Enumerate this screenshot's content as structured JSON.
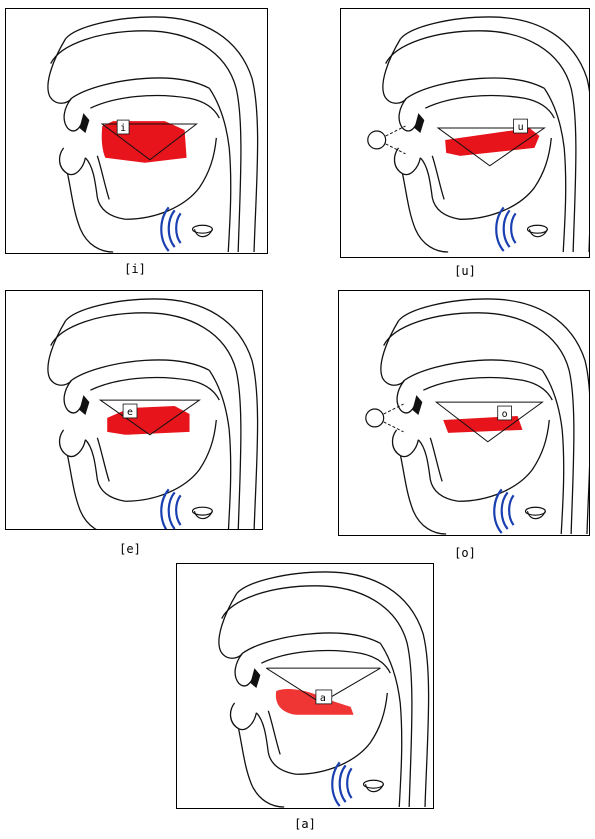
{
  "panels": [
    {
      "id": "i",
      "inner_label": "i",
      "caption": "[i]",
      "lips_rounded": false
    },
    {
      "id": "u",
      "inner_label": "u",
      "caption": "[u]",
      "lips_rounded": true
    },
    {
      "id": "e",
      "inner_label": "e",
      "caption": "[e]",
      "lips_rounded": false
    },
    {
      "id": "o",
      "inner_label": "o",
      "caption": "[o]",
      "lips_rounded": true
    },
    {
      "id": "a",
      "inner_label": "a",
      "caption": "[a]",
      "lips_rounded": false
    }
  ],
  "colors": {
    "tongue": "#e8141c",
    "tongue_a": "#f03535",
    "voicing": "#1a3fb0",
    "outline": "#111111"
  },
  "icons": {
    "voicing": "sound-wave-icon"
  }
}
